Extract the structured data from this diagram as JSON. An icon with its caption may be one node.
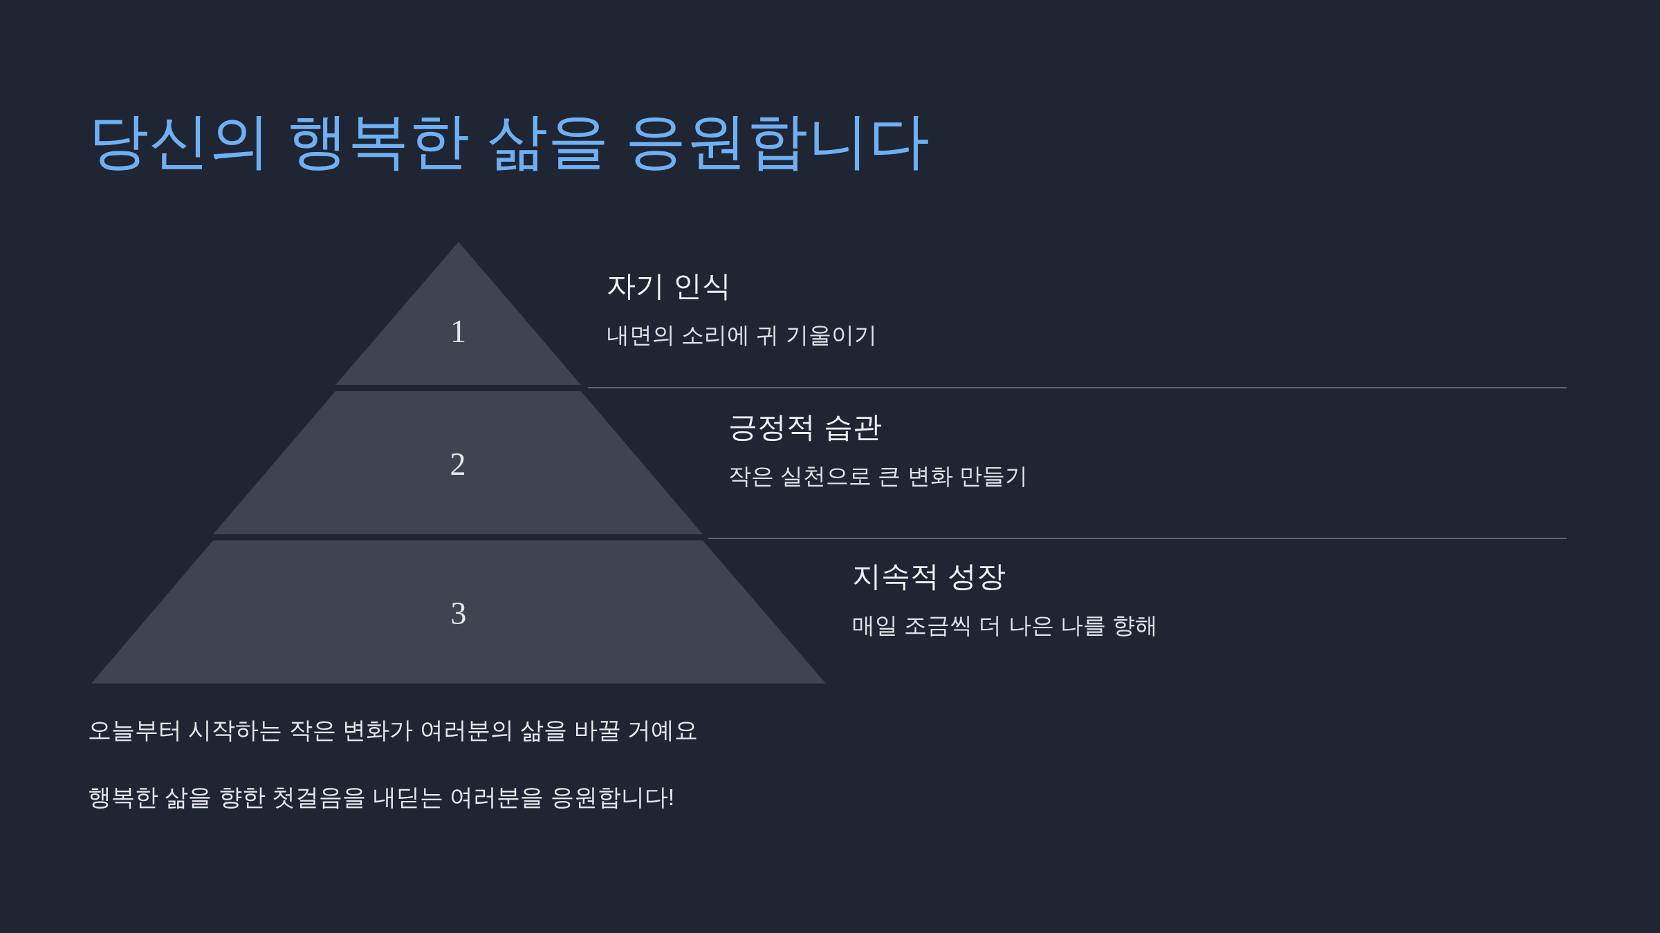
{
  "diagram": {
    "title": "당신의 행복한 삶을 응원합니다",
    "nodes": [
      {
        "text": [
          "1"
        ],
        "beside": [
          "자기 인식",
          "내면의 소리에 귀 기울이기"
        ]
      },
      {
        "text": [
          "2"
        ],
        "beside": [
          "긍정적 습관",
          "작은 실천으로 큰 변화 만들기"
        ]
      },
      {
        "text": [
          "3"
        ],
        "beside": [
          "지속적 성장",
          "매일 조금씩 더 나은 나를 향해"
        ]
      }
    ],
    "edges": [],
    "labels": [
      "오늘부터 시작하는 작은 변화가 여러분의 삶을 바꿀 거예요",
      "행복한 삶을 향한 첫걸음을 내딛는 여러분을 응원합니다!"
    ]
  }
}
